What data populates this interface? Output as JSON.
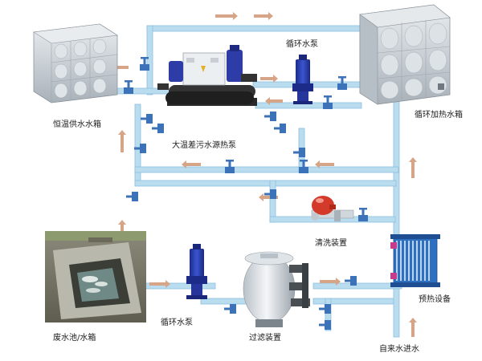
{
  "labels": {
    "constant_temp_tank": "恒温供水水箱",
    "heat_pump": "大温差污水源热泵",
    "circulation_pump_top": "循环水泵",
    "circulation_heating_tank": "循环加热水箱",
    "cleaning_device": "清洗装置",
    "preheating_device": "预热设备",
    "wastewater_pool": "废水池/水箱",
    "circulation_pump_bottom": "循环水泵",
    "filter_device": "过滤装置",
    "tap_water_inlet": "自来水进水"
  },
  "colors": {
    "pipe": "#b9dcef",
    "pipe_edge": "#8cbfe0",
    "arrow": "#d6a487",
    "tank_steel": "#cdd4da",
    "pump_blue": "#2338a8",
    "heat_exchanger_blue": "#2d6fc0",
    "cleaning_red": "#d43a2a"
  }
}
